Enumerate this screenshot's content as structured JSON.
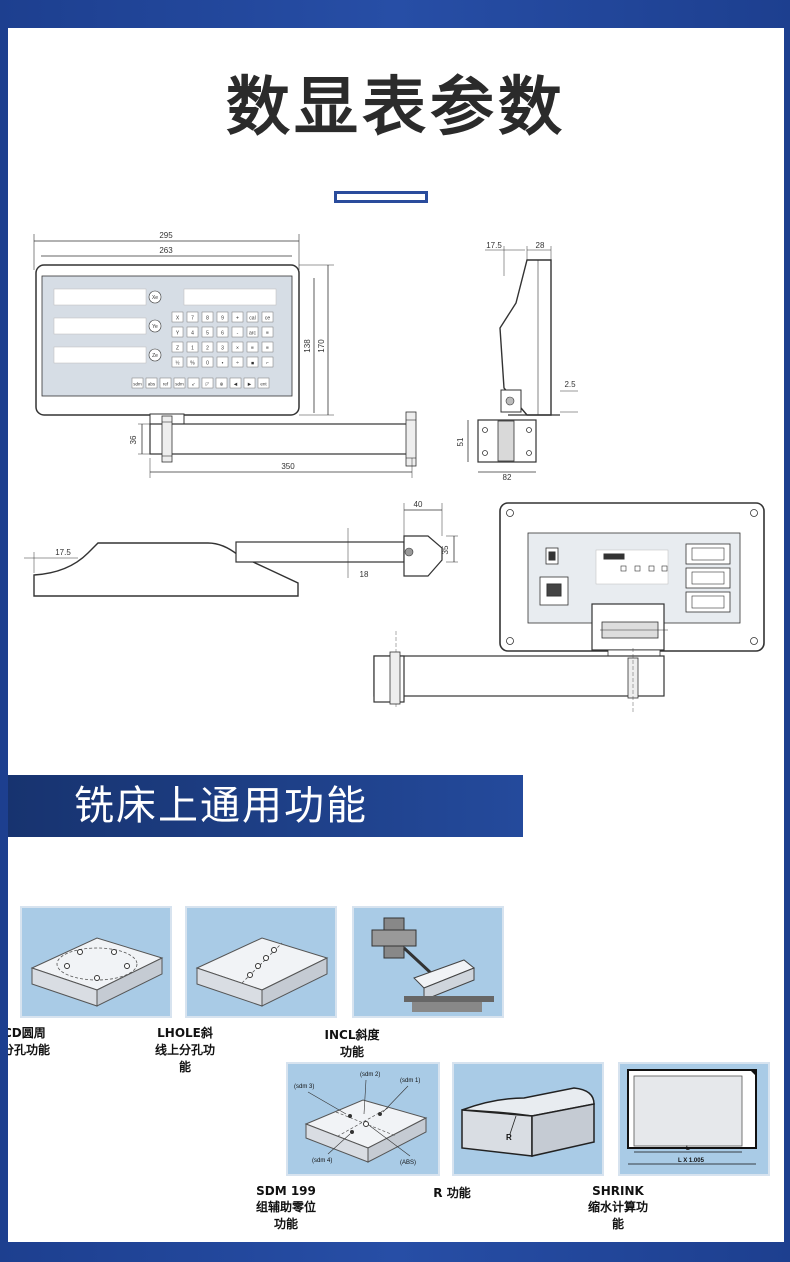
{
  "title": "数显表参数",
  "drawing": {
    "front_view": {
      "overall_width": "295",
      "inner_width": "263",
      "inner_height": "138",
      "overall_height": "170",
      "bracket_height": "36",
      "arm_length": "350",
      "axis_labels": [
        "Xe",
        "Ye",
        "Ze"
      ],
      "keypad_rows": [
        [
          "X",
          "7",
          "8",
          "9",
          "+",
          "cal",
          "ce"
        ],
        [
          "Y",
          "4",
          "5",
          "6",
          "-",
          "arc",
          "≡"
        ],
        [
          "Z",
          "1",
          "2",
          "3",
          "×",
          "≡",
          "≡"
        ],
        [
          "½",
          "%",
          "0",
          "•",
          "÷",
          "■",
          "⌐"
        ]
      ],
      "bottom_keys": [
        "sdm",
        "abs",
        "ref",
        "sdm",
        "↙",
        "◸",
        "⊕",
        "◀",
        "▶",
        "ent"
      ]
    },
    "side_view": {
      "top_offset": "17.5",
      "depth": "28",
      "base_thickness": "2.5",
      "base_height": "51",
      "base_width": "82"
    },
    "top_view": {
      "offset": "17.5",
      "bracket_width": "40",
      "bracket_height": "35",
      "arm_offset": "18"
    }
  },
  "section_banner": "铣床上通用功能",
  "features": [
    {
      "caption": "PCD圆周上分孔功能"
    },
    {
      "caption": "LHOLE斜线上分孔功能"
    },
    {
      "caption": "INCL斜度功能"
    },
    {
      "caption": "SDM 199 组辅助零位功能",
      "labels": [
        "(sdm 2)",
        "(sdm 1)",
        "(sdm 3)",
        "(sdm 4)",
        "(ABS)"
      ]
    },
    {
      "caption": "R 功能",
      "labels": [
        "R"
      ]
    },
    {
      "caption": "SHRINK缩水计算功能",
      "labels": [
        "L",
        "L X 1.005"
      ]
    }
  ],
  "colors": {
    "frame_blue": "#1d3f8f",
    "banner_blue": "#1f4090",
    "panel_gray": "#d6dde5",
    "thumb_blue": "#a9cbe6"
  }
}
